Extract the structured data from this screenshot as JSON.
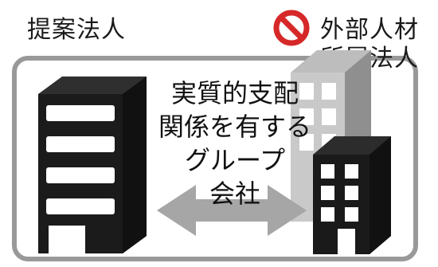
{
  "labels": {
    "left": "提案法人",
    "right_line_1": "外部人材",
    "right_line_2": "所属法人"
  },
  "center": {
    "line_1": "実質的支配",
    "line_2": "関係を有する",
    "line_3": "グループ",
    "line_4": "会社"
  },
  "icons": {
    "prohibition": "prohibition-icon",
    "left_building": "building-icon",
    "right_building": "building-icon",
    "background_building": "building-icon",
    "arrow": "double-arrow-icon"
  },
  "colors": {
    "frame": "#999999",
    "building_dark": "#111111",
    "building_gray": "#9a9a9a",
    "arrow": "#a6a6a6",
    "prohibition_red": "#d62828"
  }
}
